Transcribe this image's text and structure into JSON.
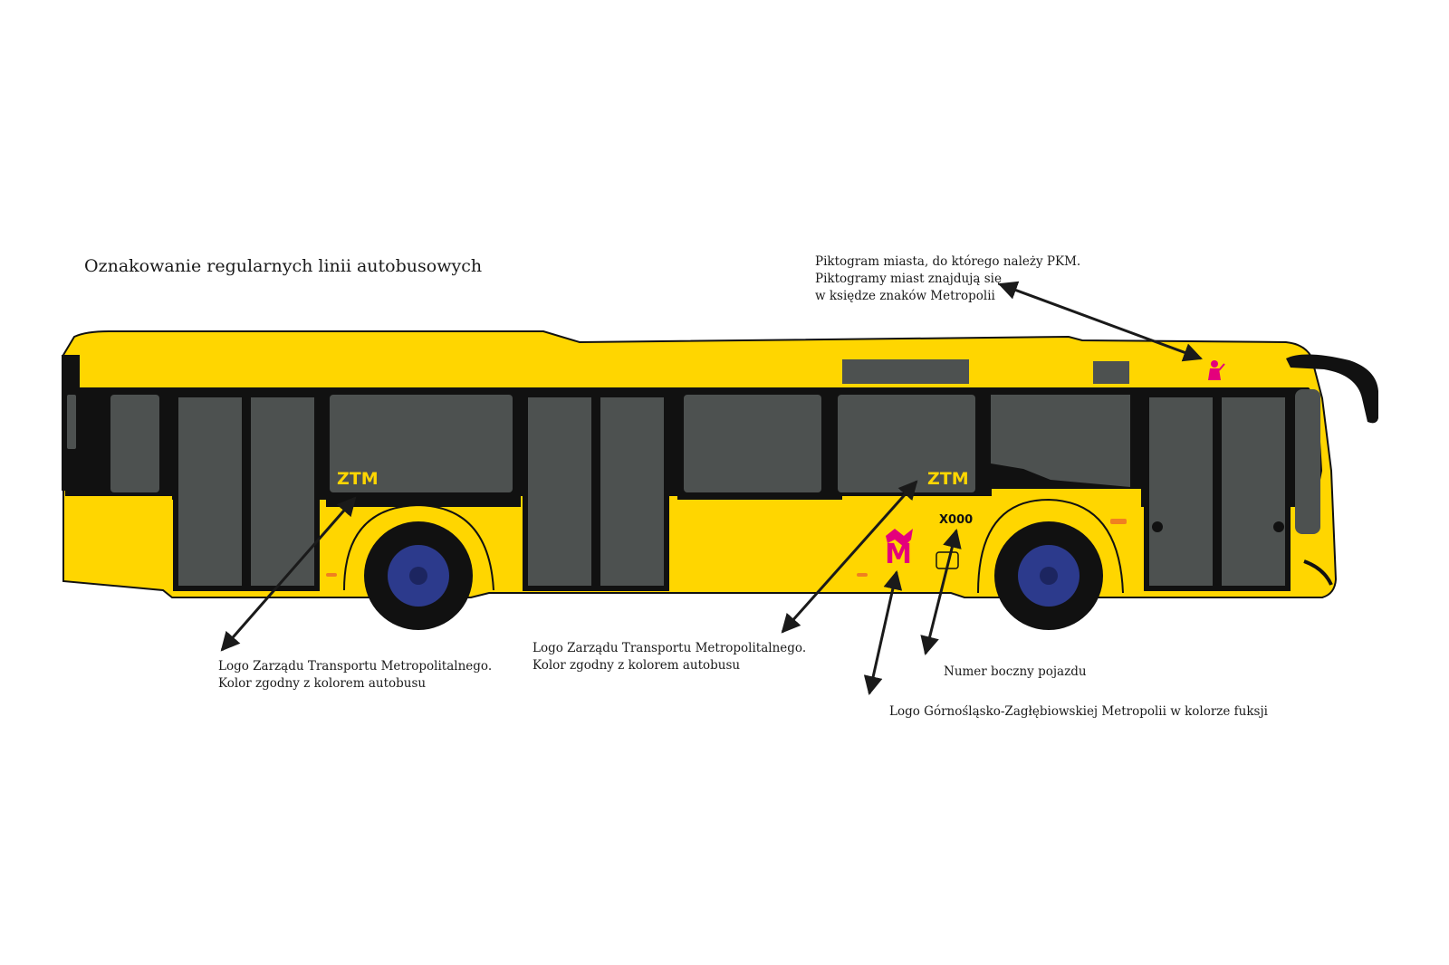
{
  "title": "Oznakowanie regularnych linii autobusowych",
  "annotations": {
    "pictogram": {
      "line1": "Piktogram miasta, do którego należy PKM.",
      "line2": "Piktogramy miast znajdują się",
      "line3": "w księdze znaków Metropolii"
    },
    "ztm_left": {
      "line1": "Logo Zarządu Transportu Metropolitalnego.",
      "line2": "Kolor zgodny z kolorem autobusu"
    },
    "ztm_right": {
      "line1": "Logo Zarządu Transportu Metropolitalnego.",
      "line2": "Kolor zgodny z kolorem autobusu"
    },
    "side_number": "Numer boczny pojazdu",
    "metropolis_logo": "Logo Górnośląsko-Zagłębiowskiej Metropolii w kolorze fuksji"
  },
  "bus": {
    "ztm_logo_text": "ZTM",
    "side_number_value": "X000",
    "metropolis_logo_letter": "M"
  },
  "colors": {
    "body_yellow": "#FFD600",
    "window_gray": "#4D5150",
    "frame_black": "#111111",
    "logo_fuchsia": "#E4007C",
    "wheel_hub_blue": "#2C3A8C",
    "ztm_logo_color": "#FFD600"
  }
}
